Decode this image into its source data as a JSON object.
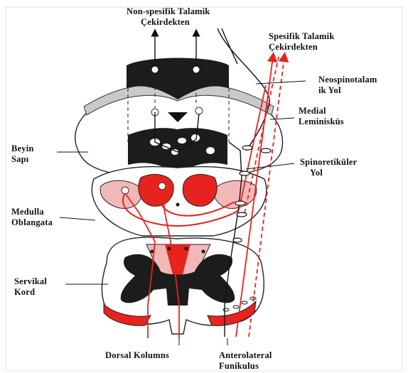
{
  "labels": {
    "non_specific_line1": "Non-spesifik Talamik",
    "non_specific_line2": "Çekirdekten",
    "specific_line1": "Spesifik Talamik",
    "specific_line2": "Çekirdekten",
    "neospinothalamic_line1": "Neospinotalam",
    "neospinothalamic_line2": "ik Yol",
    "medial_lemniscus_line1": "Medial",
    "medial_lemniscus_line2": "Leminisküs",
    "brainstem_line1": "Beyin",
    "brainstem_line2": "Sapı",
    "spinoreticular_line1": "Spinoretiküler",
    "spinoreticular_line2": "Yol",
    "medulla_line1": "Medulla",
    "medulla_line2": "Oblangata",
    "cervical_line1": "Servikal",
    "cervical_line2": "Kord",
    "dorsal_columns": "Dorsal Kolumns",
    "anterolateral_line1": "Anterolateral",
    "anterolateral_line2": "Funikulus"
  },
  "colors": {
    "tract_red": "#e8231e",
    "pink": "#f2b8b8",
    "gray_matter": "#1c1c1c",
    "outline": "#222222",
    "shell_gray": "#c9c9c9"
  }
}
